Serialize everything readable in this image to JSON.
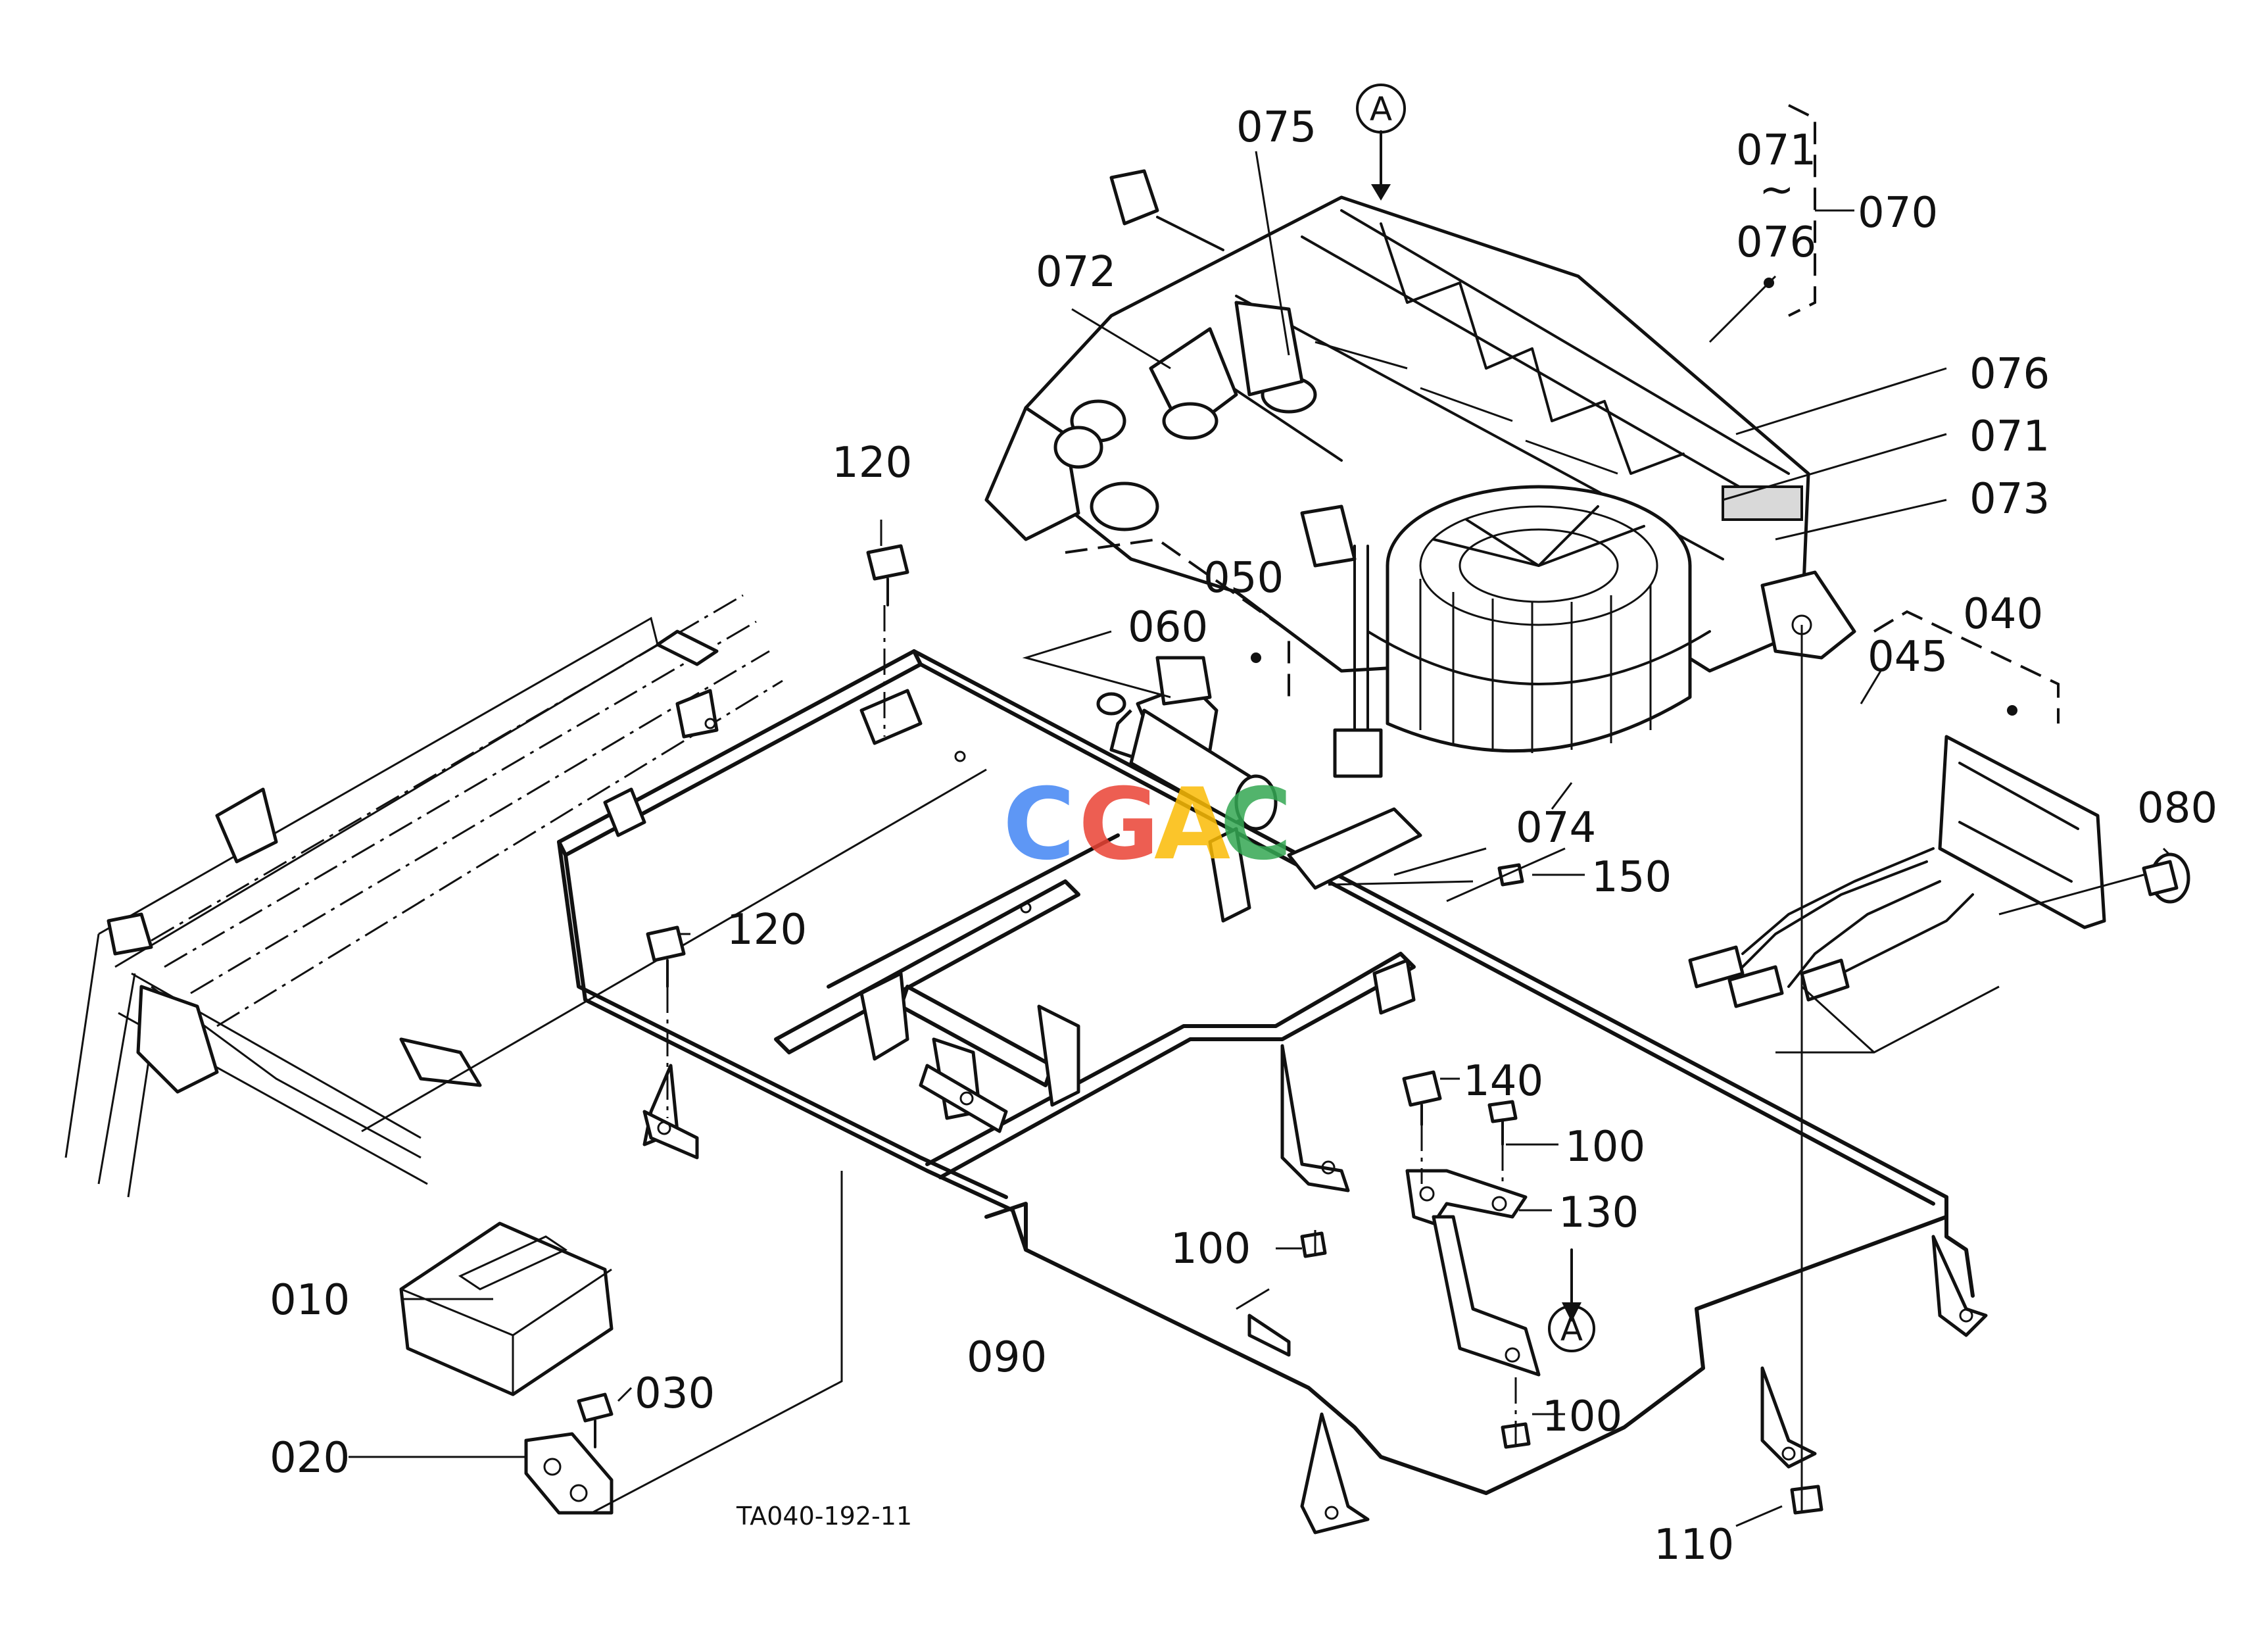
{
  "watermark": {
    "letters": [
      "C",
      "G",
      "A",
      "C"
    ],
    "colors": [
      "#4285F4",
      "#EA4335",
      "#FBBC05",
      "#34A853"
    ]
  },
  "drawing_code": "TA040-192-11",
  "view_marker": "A",
  "range_tilde": "~",
  "labels": {
    "p010": "010",
    "p020": "020",
    "p030": "030",
    "p040": "040",
    "p045": "045",
    "p050": "050",
    "p060": "060",
    "p070": "070",
    "p071_top": "071",
    "p076_top": "076",
    "p071": "071",
    "p072": "072",
    "p073": "073",
    "p074": "074",
    "p075": "075",
    "p076": "076",
    "p080": "080",
    "p090": "090",
    "p100_a": "100",
    "p100_b": "100",
    "p100_c": "100",
    "p110": "110",
    "p120_a": "120",
    "p120_b": "120",
    "p130": "130",
    "p140": "140",
    "p150": "150"
  }
}
